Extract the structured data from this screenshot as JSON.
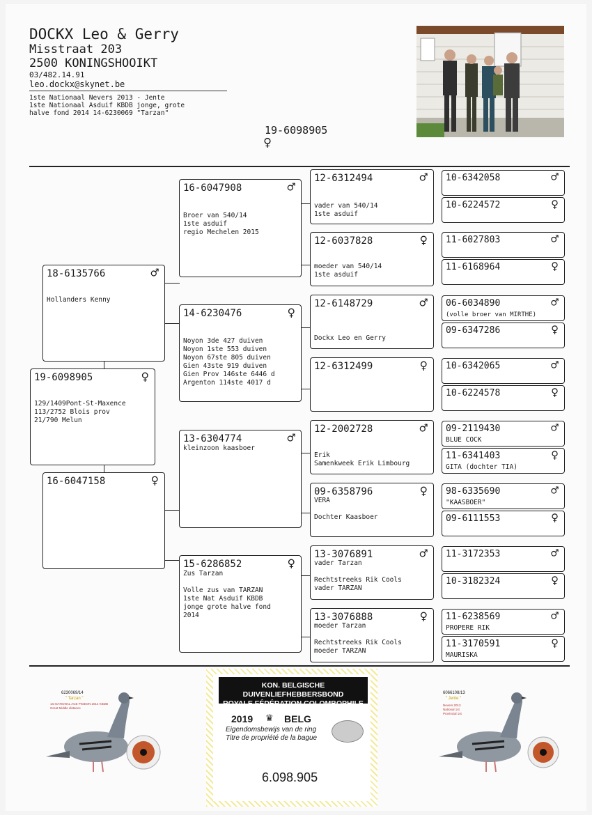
{
  "owner": {
    "name": "DOCKX Leo & Gerry",
    "street": "Misstraat 203",
    "city": "2500 KONINGSHOOIKT",
    "phone": "03/482.14.91",
    "email": "leo.dockx@skynet.be",
    "achievements": "1ste Nationaal Nevers 2013 - Jente\n1ste Nationaal Asduif KBDB jonge, grote\nhalve fond 2014 14-6230069 \"Tarzan\""
  },
  "subject": {
    "ring": "19-6098905",
    "sex_symbol": "♀"
  },
  "pedigree": {
    "g0": {
      "ring": "19-6098905",
      "sym": "♀",
      "note": "129/1409Pont-St-Maxence\n113/2752 Blois prov\n21/790 Melun"
    },
    "g1_sire": {
      "ring": "18-6135766",
      "sym": "♂",
      "note": "Hollanders Kenny"
    },
    "g1_dam": {
      "ring": "16-6047158",
      "sym": "♀",
      "note": ""
    },
    "g2_ss": {
      "ring": "16-6047908",
      "sym": "♂",
      "note": "Broer van 540/14\n1ste asduif\nregio Mechelen 2015"
    },
    "g2_sd": {
      "ring": "14-6230476",
      "sym": "♀",
      "note": "Noyon 3de 427 duiven\nNoyon 1ste 553 duiven\nNoyon 67ste 805 duiven\nGien 43ste 919 duiven\nGien Prov 146ste 6446 d\nArgenton 114ste 4017 d"
    },
    "g2_ds": {
      "ring": "13-6304774",
      "sym": "♂",
      "note": "kleinzoon kaasboer"
    },
    "g2_dd": {
      "ring": "15-6286852",
      "sym": "♀",
      "note": "Zus Tarzan\n\nVolle zus van TARZAN\n1ste Nat Asduif KBDB\njonge grote halve fond\n2014"
    },
    "g3": [
      {
        "ring": "12-6312494",
        "sym": "♂",
        "note": "vader van 540/14\n1ste asduif"
      },
      {
        "ring": "12-6037828",
        "sym": "♀",
        "note": "moeder van 540/14\n1ste asduif"
      },
      {
        "ring": "12-6148729",
        "sym": "♂",
        "note": "Dockx Leo en Gerry"
      },
      {
        "ring": "12-6312499",
        "sym": "♀",
        "note": ""
      },
      {
        "ring": "12-2002728",
        "sym": "♂",
        "note": "Erik\nSamenkweek Erik Limbourg"
      },
      {
        "ring": "09-6358796",
        "sym": "♀",
        "note": "VERA\n\nDochter Kaasboer"
      },
      {
        "ring": "13-3076891",
        "sym": "♂",
        "note": "vader Tarzan\n\nRechtstreeks Rik Cools\nvader TARZAN"
      },
      {
        "ring": "13-3076888",
        "sym": "♀",
        "note": "moeder Tarzan\n\nRechtstreeks Rik Cools\nmoeder TARZAN"
      }
    ],
    "g4": [
      {
        "ring": "10-6342058",
        "sym": "♂",
        "note": ""
      },
      {
        "ring": "10-6224572",
        "sym": "♀",
        "note": ""
      },
      {
        "ring": "11-6027803",
        "sym": "♂",
        "note": ""
      },
      {
        "ring": "11-6168964",
        "sym": "♀",
        "note": ""
      },
      {
        "ring": "06-6034890",
        "sym": "♂",
        "note": "(volle broer van MIRTHE)"
      },
      {
        "ring": "09-6347286",
        "sym": "♀",
        "note": ""
      },
      {
        "ring": "10-6342065",
        "sym": "♂",
        "note": ""
      },
      {
        "ring": "10-6224578",
        "sym": "♀",
        "note": ""
      },
      {
        "ring": "09-2119430",
        "sym": "♂",
        "note": "BLUE COCK"
      },
      {
        "ring": "11-6341403",
        "sym": "♀",
        "note": "GITA (dochter TIA)"
      },
      {
        "ring": "98-6335690",
        "sym": "♂",
        "note": "\"KAASBOER\""
      },
      {
        "ring": "09-6111553",
        "sym": "♀",
        "note": ""
      },
      {
        "ring": "11-3172353",
        "sym": "♂",
        "note": ""
      },
      {
        "ring": "10-3182324",
        "sym": "♀",
        "note": ""
      },
      {
        "ring": "11-6238569",
        "sym": "♂",
        "note": "PROPERE RIK"
      },
      {
        "ring": "11-3170591",
        "sym": "♀",
        "note": "MAURISKA"
      }
    ]
  },
  "ring_card": {
    "line1": "KON. BELGISCHE DUIVENLIEFHEBBERSBOND",
    "line2": "ROYALE FÉDÉRATION COLOMBOPHILE BELGE",
    "year": "2019",
    "country": "BELG",
    "title_nl": "Eigendomsbewijs van de ring",
    "title_fr": "Titre de propriété de la bague",
    "number": "6.098.905"
  },
  "left_card": {
    "id": "6230069/14",
    "name": "\" Tarzan \"",
    "text": "1st NATIONAL ACE PIGEON 2014 KBDB\nGreat Middle distance"
  },
  "right_card": {
    "id": "6066108/13",
    "name": "\" Jente \"",
    "text": "Nevers 2013\nNational 1st\nProvincial 1st"
  },
  "colors": {
    "ink": "#1a1a1a",
    "card_band": "#111111",
    "card_hatch": "#f3ea9a"
  }
}
